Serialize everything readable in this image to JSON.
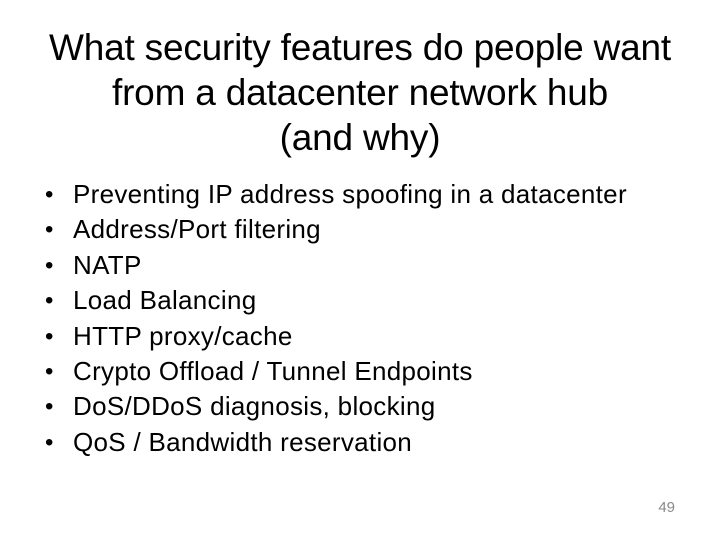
{
  "slide": {
    "title": {
      "lines": [
        "What security features do people want",
        "from a datacenter network hub",
        "(and why)"
      ],
      "full_text": "What security features do people want from a datacenter network hub (and why)"
    },
    "bullet_char": "•",
    "bullets": [
      "Preventing IP address spoofing in a datacenter",
      "Address/Port filtering",
      "NATP",
      "Load Balancing",
      "HTTP proxy/cache",
      "Crypto Offload / Tunnel Endpoints",
      "DoS/DDoS diagnosis, blocking",
      "QoS / Bandwidth reservation"
    ],
    "page_number": "49",
    "colors": {
      "background": "#ffffff",
      "text": "#000000",
      "page_number": "#8a8a8a"
    }
  }
}
